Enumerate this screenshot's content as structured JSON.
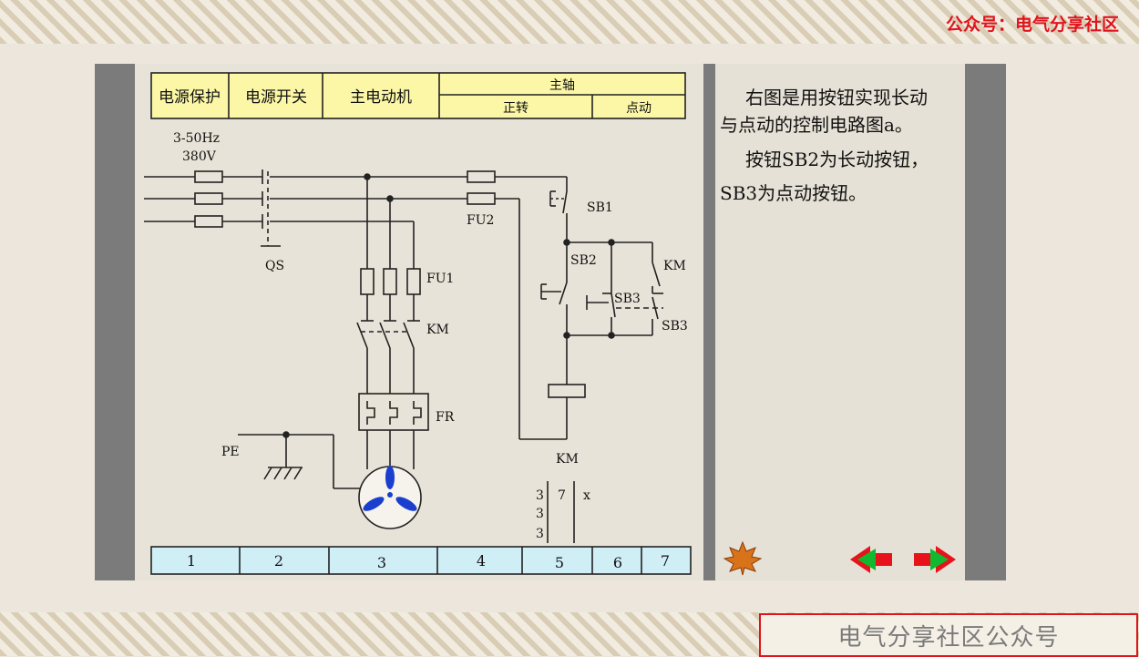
{
  "watermark_top": "公众号：电气分享社区",
  "watermark_bottom": "电气分享社区公众号",
  "header": {
    "power_protection": "电源保护",
    "power_switch": "电源开关",
    "main_motor": "主电动机",
    "spindle": "主轴",
    "forward": "正转",
    "jog": "点动"
  },
  "supply": {
    "line1": "3-50Hz",
    "line2": "380V"
  },
  "labels": {
    "qs": "QS",
    "fu1": "FU1",
    "fu2": "FU2",
    "km_main": "KM",
    "fr": "FR",
    "pe": "PE",
    "sb1": "SB1",
    "sb2": "SB2",
    "sb3_nc": "SB3",
    "sb3_no": "SB3",
    "km_hold": "KM",
    "km_coil": "KM"
  },
  "contact_table": {
    "col1": [
      "3",
      "3",
      "3"
    ],
    "col2": "7",
    "col3": "x"
  },
  "zones": [
    "1",
    "2",
    "3",
    "4",
    "5",
    "6",
    "7"
  ],
  "description": {
    "line1": "右图是用按钮实现长动",
    "line2": "与点动的控制电路图a。",
    "line3": "按钮SB2为长动按钮，",
    "line4": "SB3为点动按钮。"
  },
  "colors": {
    "header_fill": "#fbf7a6",
    "zone_fill": "#cfeef6",
    "motor_blade": "#1a3fcf",
    "nav_red": "#e8121b",
    "nav_green": "#12b82e"
  },
  "icons": [
    "maple-leaf-icon",
    "prev-arrow-icon",
    "next-arrow-icon"
  ]
}
